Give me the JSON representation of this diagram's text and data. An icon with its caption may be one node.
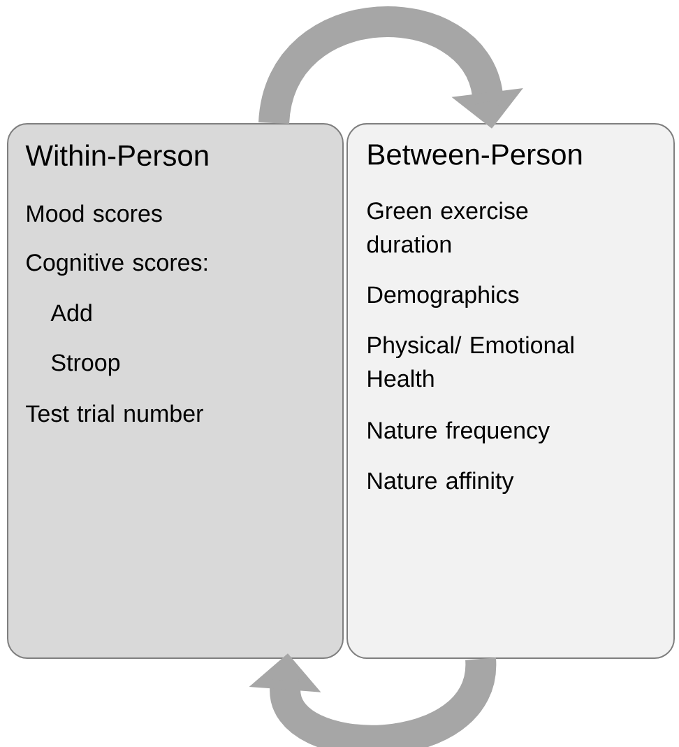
{
  "diagram": {
    "nodes": [
      {
        "text": [
          "Within-Person",
          "Mood scores",
          "Cognitive scores:",
          "Add",
          "Stroop",
          "Test trial number"
        ]
      },
      {
        "text": [
          "Between-Person",
          "Green exercise duration",
          "Demographics",
          "Physical/ Emotional Health",
          "Nature frequency",
          "Nature affinity"
        ]
      }
    ],
    "edges": [
      {
        "from": 0,
        "to": 1,
        "arrow": "to"
      },
      {
        "from": 1,
        "to": 0,
        "arrow": "to"
      }
    ]
  }
}
